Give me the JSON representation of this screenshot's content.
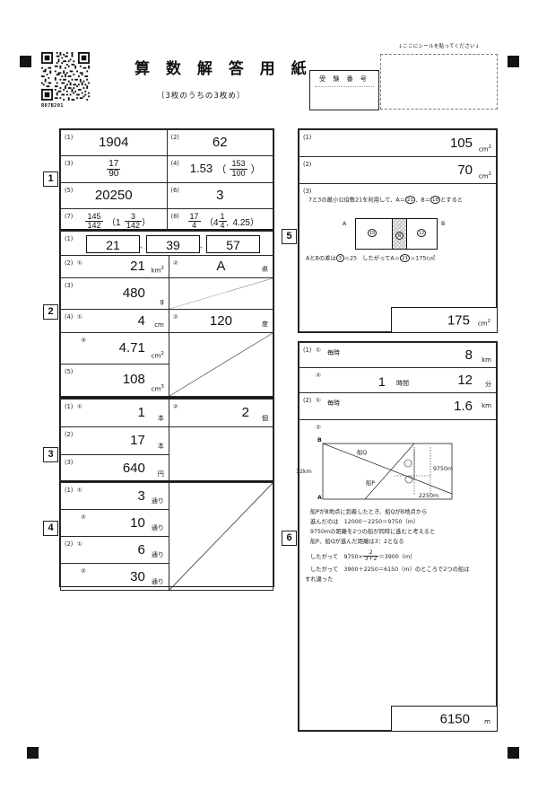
{
  "header": {
    "title": "算 数 解 答 用 紙",
    "subtitle": "〔3枚のうちの3枚め〕",
    "qr_label": "R07B201",
    "exam_number_label": "受 験 番 号",
    "sticker_note": "↓ここにシールを貼ってください↓"
  },
  "sections": {
    "s1": {
      "number": "1",
      "rows": [
        {
          "no": "(1)",
          "value": "1904"
        },
        {
          "no": "(2)",
          "value": "62"
        },
        {
          "no": "(3)",
          "frac": {
            "n": "17",
            "d": "90"
          }
        },
        {
          "no": "(4)",
          "value": "1.53",
          "paren_frac": {
            "n": "153",
            "d": "100"
          }
        },
        {
          "no": "(5)",
          "value": "20250"
        },
        {
          "no": "(6)",
          "value": "3"
        },
        {
          "no": "(7)",
          "frac": {
            "n": "145",
            "d": "142"
          },
          "paren_mixed": {
            "w": "1",
            "n": "3",
            "d": "142"
          }
        },
        {
          "no": "(8)",
          "frac": {
            "n": "17",
            "d": "4"
          },
          "paren_mixed": {
            "w": "4",
            "n": "1",
            "d": "4"
          },
          "paren_dec": "4.25"
        }
      ]
    },
    "s2": {
      "number": "2",
      "r1": {
        "no": "(1)",
        "boxes": [
          "21",
          "39",
          "57"
        ],
        "sep": "、"
      },
      "r2a": {
        "no": "(2)",
        "sub": "①",
        "value": "21",
        "unit": "km",
        "unit_sup": "2"
      },
      "r2b": {
        "sub": "②",
        "value": "A",
        "unit": "県"
      },
      "r3": {
        "no": "(3)",
        "value": "480",
        "unit": "g"
      },
      "r4a": {
        "no": "(4)",
        "sub": "①",
        "value": "4",
        "unit": "cm"
      },
      "r4b": {
        "sub": "②",
        "value": "120",
        "unit": "度"
      },
      "r5a": {
        "sub": "③",
        "value": "4.71",
        "unit": "cm",
        "unit_sup": "2"
      },
      "r6": {
        "no": "(5)",
        "value": "108",
        "unit": "cm",
        "unit_sup": "3"
      }
    },
    "s3": {
      "number": "3",
      "r1a": {
        "no": "(1)",
        "sub": "①",
        "value": "1",
        "unit": "本"
      },
      "r1b": {
        "sub": "②",
        "value": "2",
        "unit": "個"
      },
      "r2": {
        "no": "(2)",
        "value": "17",
        "unit": "本"
      },
      "r3": {
        "no": "(3)",
        "value": "640",
        "unit": "円"
      }
    },
    "s4": {
      "number": "4",
      "rows": [
        {
          "no": "(1)",
          "sub": "①",
          "value": "3",
          "unit": "通り"
        },
        {
          "no": "",
          "sub": "②",
          "value": "10",
          "unit": "通り"
        },
        {
          "no": "(2)",
          "sub": "①",
          "value": "6",
          "unit": "通り"
        },
        {
          "no": "",
          "sub": "②",
          "value": "30",
          "unit": "通り"
        }
      ]
    },
    "s5": {
      "number": "5",
      "r1": {
        "no": "(1)",
        "value": "105",
        "unit": "cm",
        "unit_sup": "2"
      },
      "r2": {
        "no": "(2)",
        "value": "70",
        "unit": "cm",
        "unit_sup": "2"
      },
      "r3": {
        "no": "(3)"
      },
      "work": {
        "line1_a": "7と3の最小公倍数21を利用して、A＝",
        "line1_c1": "21",
        "line1_b": "、B＝",
        "line1_c2": "18",
        "line1_d": "とすると",
        "diagram": {
          "left_label": "A",
          "right_label": "B",
          "left_circle": "15",
          "mid_circle": "6",
          "right_circle": "12"
        },
        "line2_a": "AとBの差は",
        "line2_c1": "3",
        "line2_b": "＝25",
        "line2_c": "したがってA＝",
        "line2_c2": "21",
        "line2_d": "＝175c㎡"
      },
      "answer": {
        "value": "175",
        "unit": "cm",
        "unit_sup": "2"
      }
    },
    "s6": {
      "number": "6",
      "r1": {
        "no": "(1)",
        "sub": "①",
        "prefix": "毎時",
        "value": "8",
        "unit": "km"
      },
      "r2": {
        "sub": "②",
        "value1": "1",
        "unit1": "時間",
        "value2": "12",
        "unit2": "分"
      },
      "r3": {
        "no": "(2)",
        "sub": "①",
        "prefix": "毎時",
        "value": "1.6",
        "unit": "km"
      },
      "r4": {
        "sub": "②"
      },
      "diagram": {
        "label_b": "B",
        "label_a": "A",
        "label_left": "12km",
        "label_q": "船Q",
        "label_p": "船P",
        "label_9750": "9750m",
        "label_2250": "2250m"
      },
      "work": {
        "l1": "船PがB地点に到着したとき、船QがB地点から",
        "l2": "進んだのは　12000－2250＝9750（m）",
        "l3": "9750mの距離を2つの船が同時に進むと考えると",
        "l4": "船P、船Qが進んだ距離は3：2となる",
        "l5_a": "したがって　9750×",
        "l5_frac": {
          "n": "2",
          "d": "3＋2"
        },
        "l5_b": "＝3900（m）",
        "l6": "したがって　3900＋2250＝6150（m）のところで2つの船は",
        "l7": "すれ違った"
      },
      "answer": {
        "value": "6150",
        "unit": "m"
      }
    }
  }
}
